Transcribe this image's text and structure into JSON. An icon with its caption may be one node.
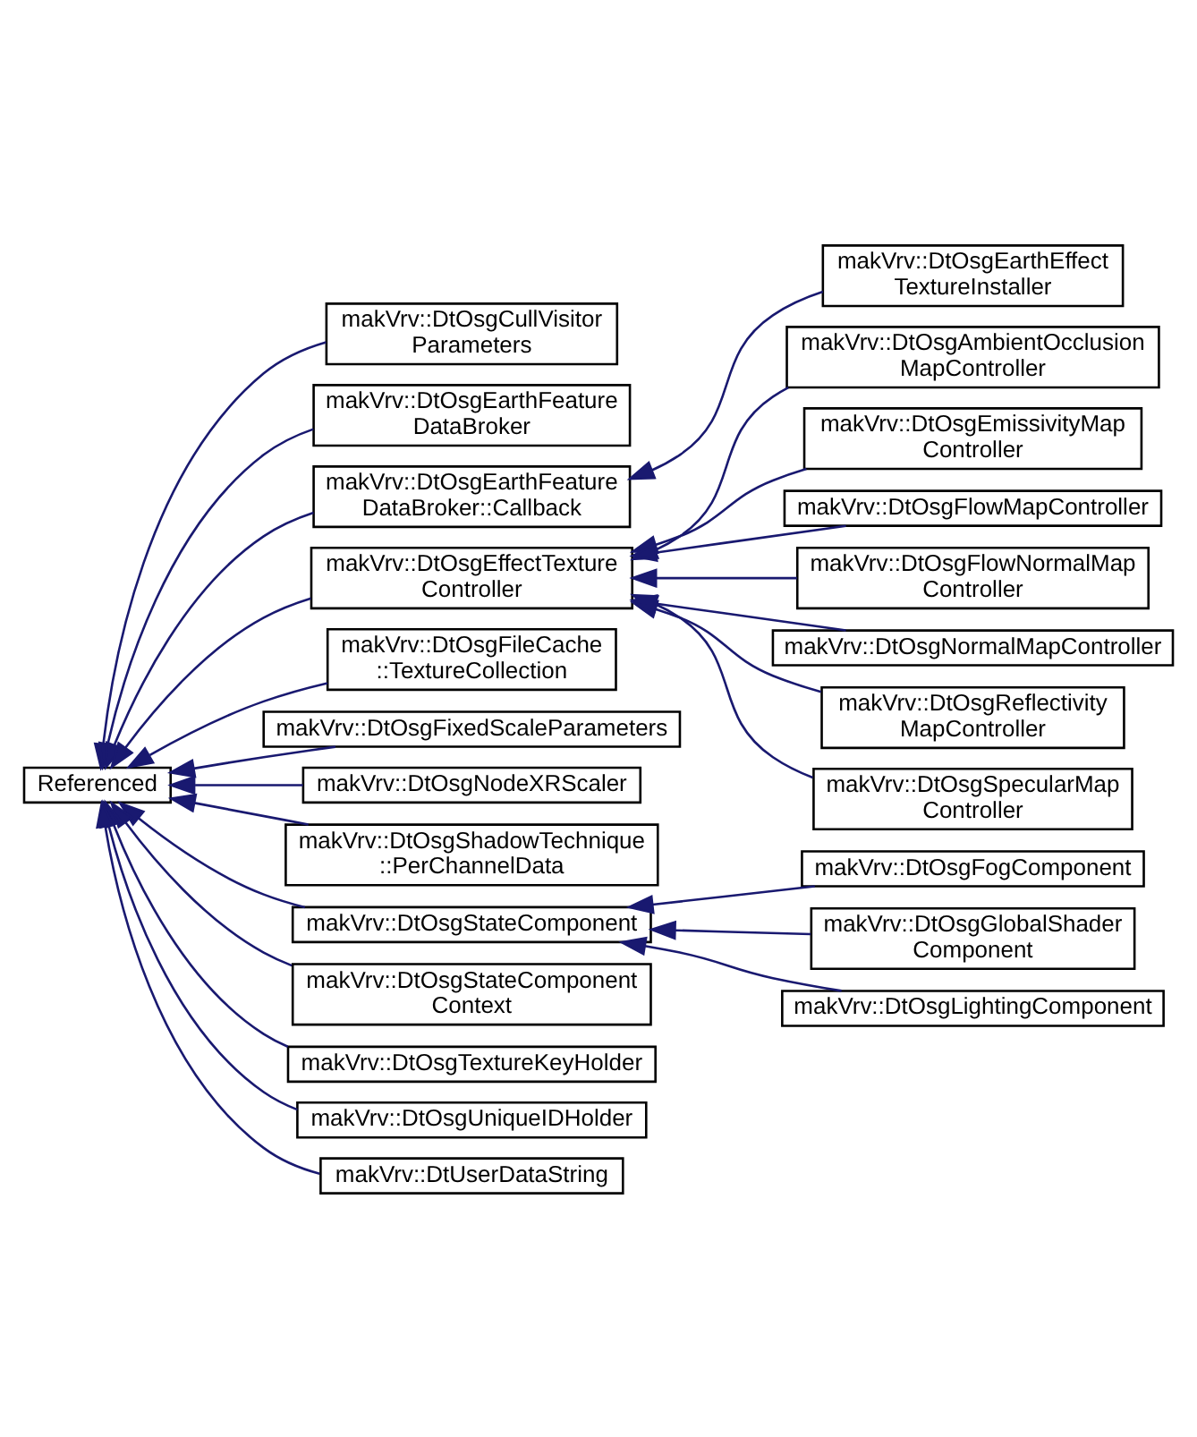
{
  "diagram": {
    "nodes": [
      {
        "text": [
          "Referenced"
        ]
      },
      {
        "text": [
          "makVrv::DtOsgCullVisitor Parameters"
        ]
      },
      {
        "text": [
          "makVrv::DtOsgEarthFeature DataBroker"
        ]
      },
      {
        "text": [
          "makVrv::DtOsgEarthFeature DataBroker::Callback"
        ]
      },
      {
        "text": [
          "makVrv::DtOsgEffectTexture Controller"
        ]
      },
      {
        "text": [
          "makVrv::DtOsgFileCache ::TextureCollection"
        ]
      },
      {
        "text": [
          "makVrv::DtOsgFixedScaleParameters"
        ]
      },
      {
        "text": [
          "makVrv::DtOsgNodeXRScaler"
        ]
      },
      {
        "text": [
          "makVrv::DtOsgShadowTechnique ::PerChannelData"
        ]
      },
      {
        "text": [
          "makVrv::DtOsgStateComponent"
        ]
      },
      {
        "text": [
          "makVrv::DtOsgStateComponent Context"
        ]
      },
      {
        "text": [
          "makVrv::DtOsgTextureKeyHolder"
        ]
      },
      {
        "text": [
          "makVrv::DtOsgUniqueIDHolder"
        ]
      },
      {
        "text": [
          "makVrv::DtUserDataString"
        ]
      },
      {
        "text": [
          "makVrv::DtOsgEarthEffect TextureInstaller"
        ]
      },
      {
        "text": [
          "makVrv::DtOsgAmbientOcclusion MapController"
        ]
      },
      {
        "text": [
          "makVrv::DtOsgEmissivityMap Controller"
        ]
      },
      {
        "text": [
          "makVrv::DtOsgFlowMapController"
        ]
      },
      {
        "text": [
          "makVrv::DtOsgFlowNormalMap Controller"
        ]
      },
      {
        "text": [
          "makVrv::DtOsgNormalMapController"
        ]
      },
      {
        "text": [
          "makVrv::DtOsgReflectivity MapController"
        ]
      },
      {
        "text": [
          "makVrv::DtOsgSpecularMap Controller"
        ]
      },
      {
        "text": [
          "makVrv::DtOsgFogComponent"
        ]
      },
      {
        "text": [
          "makVrv::DtOsgGlobalShader Component"
        ]
      },
      {
        "text": [
          "makVrv::DtOsgLightingComponent"
        ]
      }
    ],
    "edges": [
      {
        "from": 1,
        "to": 0,
        "arrow": "to"
      },
      {
        "from": 2,
        "to": 0,
        "arrow": "to"
      },
      {
        "from": 3,
        "to": 0,
        "arrow": "to"
      },
      {
        "from": 4,
        "to": 0,
        "arrow": "to"
      },
      {
        "from": 5,
        "to": 0,
        "arrow": "to"
      },
      {
        "from": 6,
        "to": 0,
        "arrow": "to"
      },
      {
        "from": 7,
        "to": 0,
        "arrow": "to"
      },
      {
        "from": 8,
        "to": 0,
        "arrow": "to"
      },
      {
        "from": 9,
        "to": 0,
        "arrow": "to"
      },
      {
        "from": 10,
        "to": 0,
        "arrow": "to"
      },
      {
        "from": 11,
        "to": 0,
        "arrow": "to"
      },
      {
        "from": 12,
        "to": 0,
        "arrow": "to"
      },
      {
        "from": 13,
        "to": 0,
        "arrow": "to"
      },
      {
        "from": 14,
        "to": 3,
        "arrow": "to"
      },
      {
        "from": 15,
        "to": 4,
        "arrow": "to"
      },
      {
        "from": 16,
        "to": 4,
        "arrow": "to"
      },
      {
        "from": 17,
        "to": 4,
        "arrow": "to"
      },
      {
        "from": 18,
        "to": 4,
        "arrow": "to"
      },
      {
        "from": 19,
        "to": 4,
        "arrow": "to"
      },
      {
        "from": 20,
        "to": 4,
        "arrow": "to"
      },
      {
        "from": 21,
        "to": 4,
        "arrow": "to"
      },
      {
        "from": 22,
        "to": 9,
        "arrow": "to"
      },
      {
        "from": 23,
        "to": 9,
        "arrow": "to"
      },
      {
        "from": 24,
        "to": 9,
        "arrow": "to"
      }
    ]
  }
}
